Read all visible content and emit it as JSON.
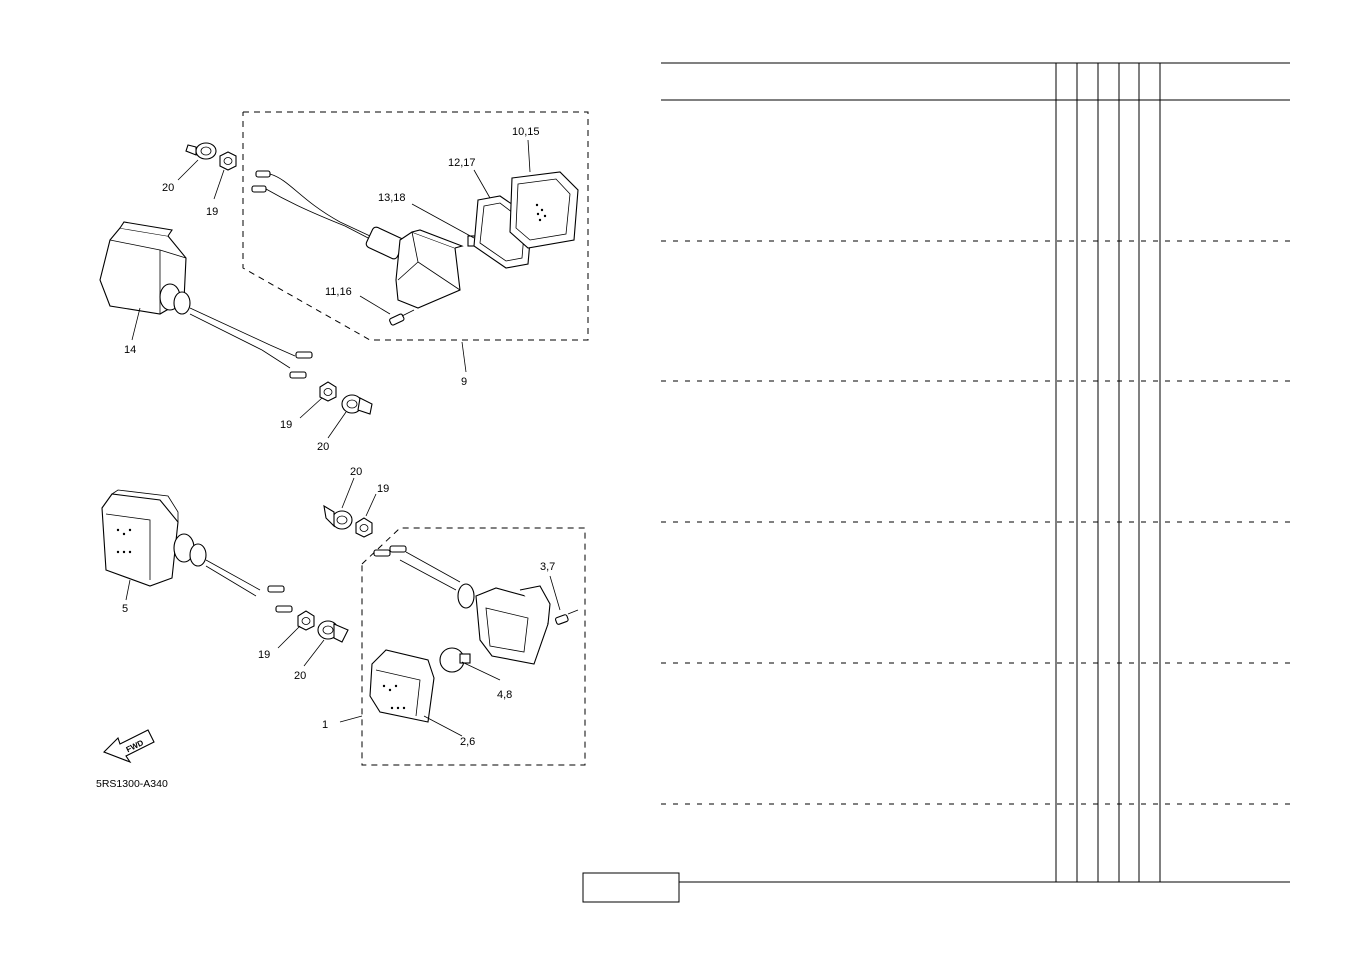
{
  "diagram": {
    "drawing_code": "5RS1300-A340",
    "fwd_label": "FWD",
    "callouts": {
      "c20a": "20",
      "c19a": "19",
      "c10_15": "10,15",
      "c12_17": "12,17",
      "c13_18": "13,18",
      "c11_16": "11,16",
      "c14": "14",
      "c9": "9",
      "c19b": "19",
      "c20b": "20",
      "c20c": "20",
      "c19c": "19",
      "c3_7": "3,7",
      "c5": "5",
      "c19d": "19",
      "c20d": "20",
      "c4_8": "4,8",
      "c1": "1",
      "c2_6": "2,6"
    }
  },
  "parts_table": {
    "row_count": 6,
    "qty_columns": 5
  }
}
